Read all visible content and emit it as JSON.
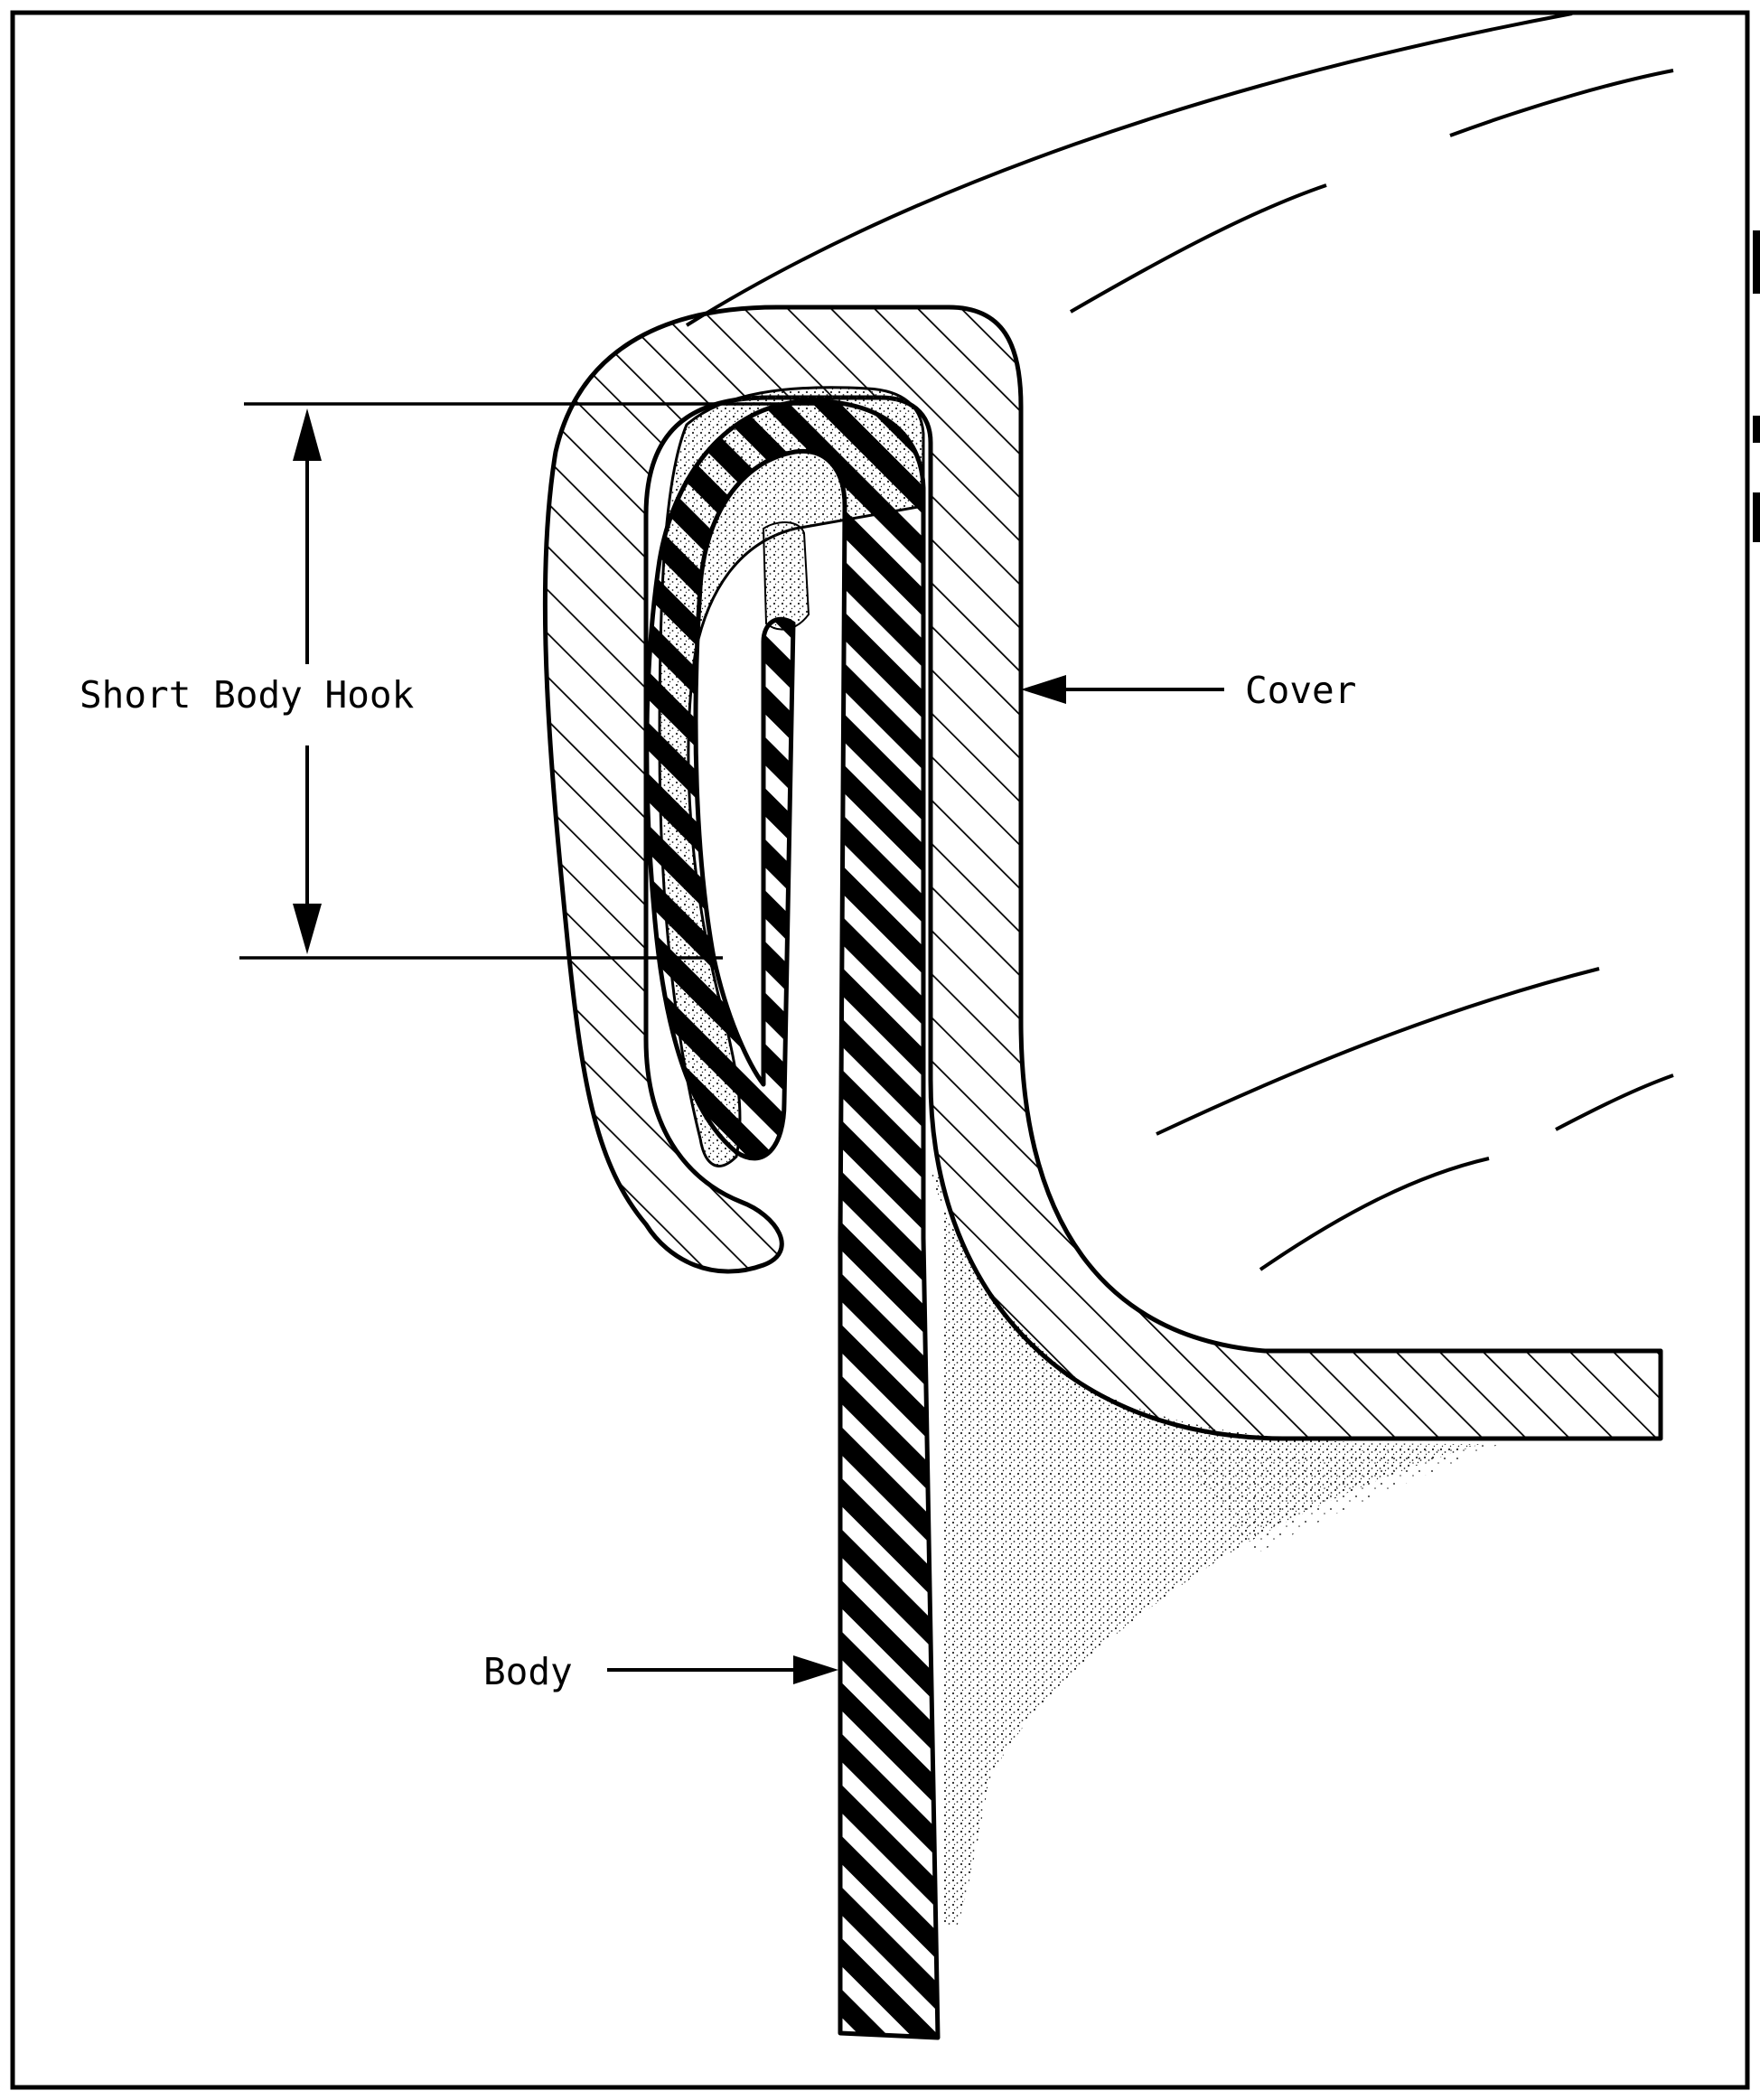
{
  "labels": {
    "short_body_hook": "Short Body Hook",
    "cover": "Cover",
    "body": "Body"
  },
  "colors": {
    "ink": "#000000",
    "paper": "#ffffff",
    "stipple": "#555555"
  }
}
